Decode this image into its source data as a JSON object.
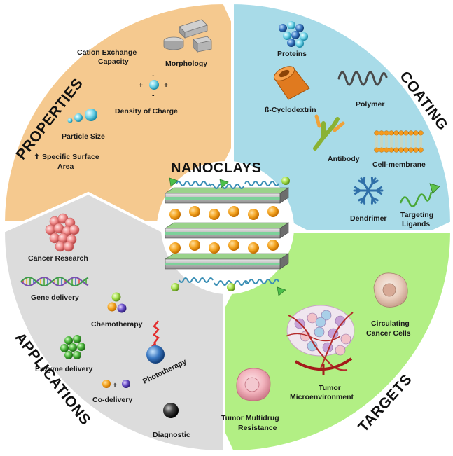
{
  "diagram": {
    "title": "NANOCLAYS",
    "colors": {
      "properties": "#f5c98f",
      "coating": "#a8dbe8",
      "targets": "#b2ef84",
      "applications": "#dcdcdc",
      "outline": "#ffffff"
    },
    "sections": {
      "properties": {
        "label": "PROPERTIES",
        "items": {
          "morphology": "Morphology",
          "cec_line1": "Cation Exchange",
          "cec_line2": "Capacity",
          "density": "Density of Charge",
          "particle_size": "Particle Size",
          "ssa_line1": "Specific Surface",
          "ssa_line2": "Area",
          "ssa_arrow": "⬆"
        }
      },
      "coating": {
        "label": "COATING",
        "items": {
          "proteins": "Proteins",
          "cyclodextrin": "ß-Cyclodextrin",
          "polymer": "Polymer",
          "antibody": "Antibody",
          "cell_membrane": "Cell-membrane",
          "dendrimer": "Dendrimer",
          "targeting_line1": "Targeting",
          "targeting_line2": "Ligands"
        }
      },
      "targets": {
        "label": "TARGETS",
        "items": {
          "ccc_line1": "Circulating",
          "ccc_line2": "Cancer Cells",
          "tme_line1": "Tumor",
          "tme_line2": "Microenvironment",
          "tmr_line1": "Tumor Multidrug",
          "tmr_line2": "Resistance"
        }
      },
      "applications": {
        "label": "APPLICATIONS",
        "items": {
          "cancer_research": "Cancer Research",
          "gene_delivery": "Gene delivery",
          "chemotherapy": "Chemotherapy",
          "enzyme_delivery": "Enzyme delivery",
          "phototherapy": "Phototherapy",
          "codelivery": "Co-delivery",
          "codelivery_plus": "+",
          "diagnostic": "Diagnostic"
        }
      }
    },
    "charge_signs": {
      "plus": "+",
      "minus": "-"
    }
  }
}
